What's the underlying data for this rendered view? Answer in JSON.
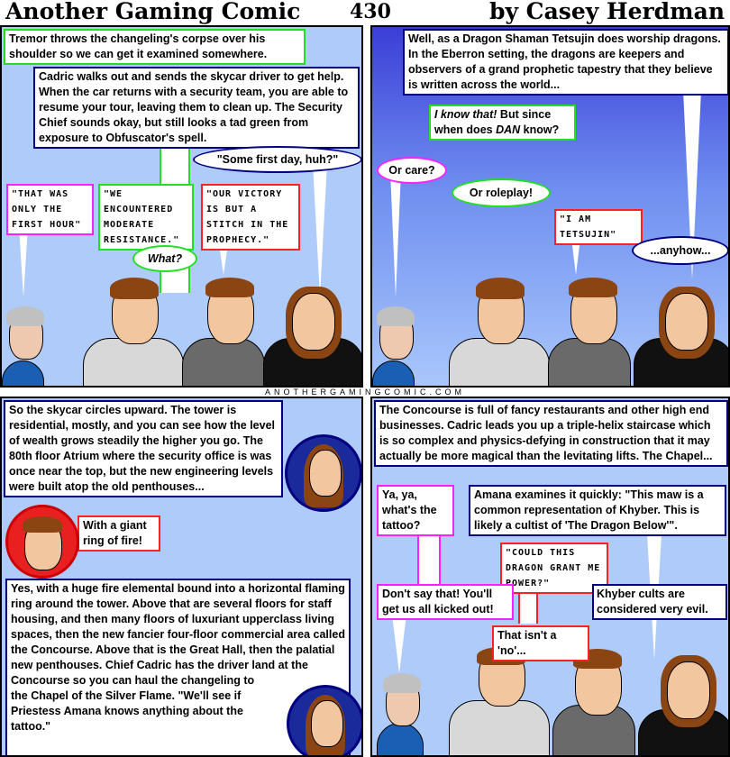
{
  "header": {
    "title": "Another Gaming Comic",
    "number": "430",
    "author": "by Casey Herdman"
  },
  "footer": "ANOTHERGAMINGCOMIC.COM",
  "panel1": {
    "narration1": "Tremor throws the changeling's corpse over his shoulder so we can get it examined somewhere.",
    "narration2": "Cadric walks out and sends the skycar driver to get help. When the car returns with a security team, you are able to resume your tour, leaving them to clean up. The Security Chief sounds okay, but still looks a tad green from exposure to Obfuscator's spell.",
    "speech_first_day": "\"Some first day, huh?\"",
    "caption_first_hour": "\"THAT WAS ONLY THE FIRST HOUR\"",
    "caption_resistance": "\"WE ENCOUNTERED MODERATE RESISTANCE.\"",
    "caption_victory": "\"OUR VICTORY IS BUT A STITCH IN THE PROPHECY.\"",
    "speech_what": "What?"
  },
  "panel2": {
    "narration": "Well, as a Dragon Shaman Tetsujin does worship dragons. In the Eberron setting, the dragons are keepers and observers of a grand prophetic tapestry that they believe is written across the world...",
    "speech_know_em": "I know that!",
    "speech_know_rest": " But since when does ",
    "speech_know_dan": "DAN",
    "speech_know_end": " know?",
    "speech_care": "Or care?",
    "speech_roleplay": "Or roleplay!",
    "caption_tetsujin": "\"I AM TETSUJIN\"",
    "speech_anyhow": "...anyhow..."
  },
  "panel3": {
    "narration1": "So the skycar circles upward. The tower is residential, mostly, and you can see how the level of wealth grows steadily the higher you go. The 80th floor Atrium where the security office is was once near the top, but the new engineering levels were built atop the old penthouses...",
    "speech_ring": "With a giant ring of fire!",
    "narration2": "Yes, with a huge fire elemental bound into a horizontal flaming ring around the tower. Above that are several floors for staff housing, and then many floors of luxuriant upperclass living spaces, then the new fancier four-floor commercial area called the Concourse. Above that is the Great Hall, then the palatial new penthouses. Chief Cadric has the driver land at the Concourse so you can haul the changeling to the Chapel of the Silver Flame. \"We'll see if Priestess Amana knows anything about the tattoo.\""
  },
  "panel4": {
    "narration": "The Concourse is full of fancy restaurants and other high end businesses. Cadric leads you up a triple-helix staircase which is so complex and physics-defying in construction that it may actually be more magical than the levitating lifts. The Chapel...",
    "speech_tattoo": "Ya, ya, what's the tattoo?",
    "speech_amana": "Amana examines it quickly: \"This maw is a common representation of Khyber. This is likely a cultist of 'The Dragon Below'\".",
    "caption_power": "\"COULD THIS DRAGON GRANT ME POWER?\"",
    "speech_dont_say": "Don't say that! You'll get us all kicked out!",
    "speech_khyber": "Khyber cults are considered very evil.",
    "speech_no": "That isn't a 'no'..."
  }
}
